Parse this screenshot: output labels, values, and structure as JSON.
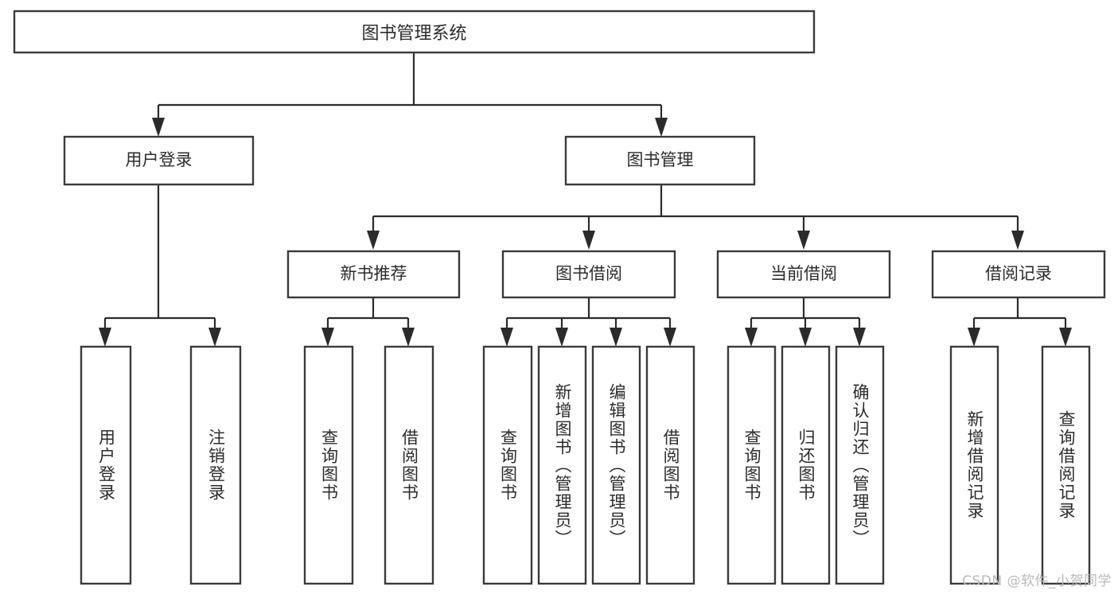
{
  "diagram": {
    "title": "图书管理系统",
    "type": "tree",
    "watermark": "CSDN @软件_小贺同学",
    "colors": {
      "node_fill": "#ffffff",
      "node_stroke": "#3a3a3a",
      "connector": "#2b2b2b",
      "text": "#2b2b2b",
      "watermark": "#b9b9b9",
      "background": "#ffffff"
    },
    "nodes": {
      "root": {
        "label": "图书管理系统"
      },
      "level2": [
        {
          "label": "用户登录"
        },
        {
          "label": "图书管理"
        }
      ],
      "level3": [
        {
          "label": "新书推荐"
        },
        {
          "label": "图书借阅"
        },
        {
          "label": "当前借阅"
        },
        {
          "label": "借阅记录"
        }
      ],
      "leaves": [
        {
          "label": "用户登录"
        },
        {
          "label": "注销登录"
        },
        {
          "label": "查询图书"
        },
        {
          "label": "借阅图书"
        },
        {
          "label": "查询图书"
        },
        {
          "label": "新增图书（管理员）"
        },
        {
          "label": "编辑图书（管理员）"
        },
        {
          "label": "借阅图书"
        },
        {
          "label": "查询图书"
        },
        {
          "label": "归还图书"
        },
        {
          "label": "确认归还（管理员）"
        },
        {
          "label": "新增借阅记录"
        },
        {
          "label": "查询借阅记录"
        }
      ]
    }
  }
}
